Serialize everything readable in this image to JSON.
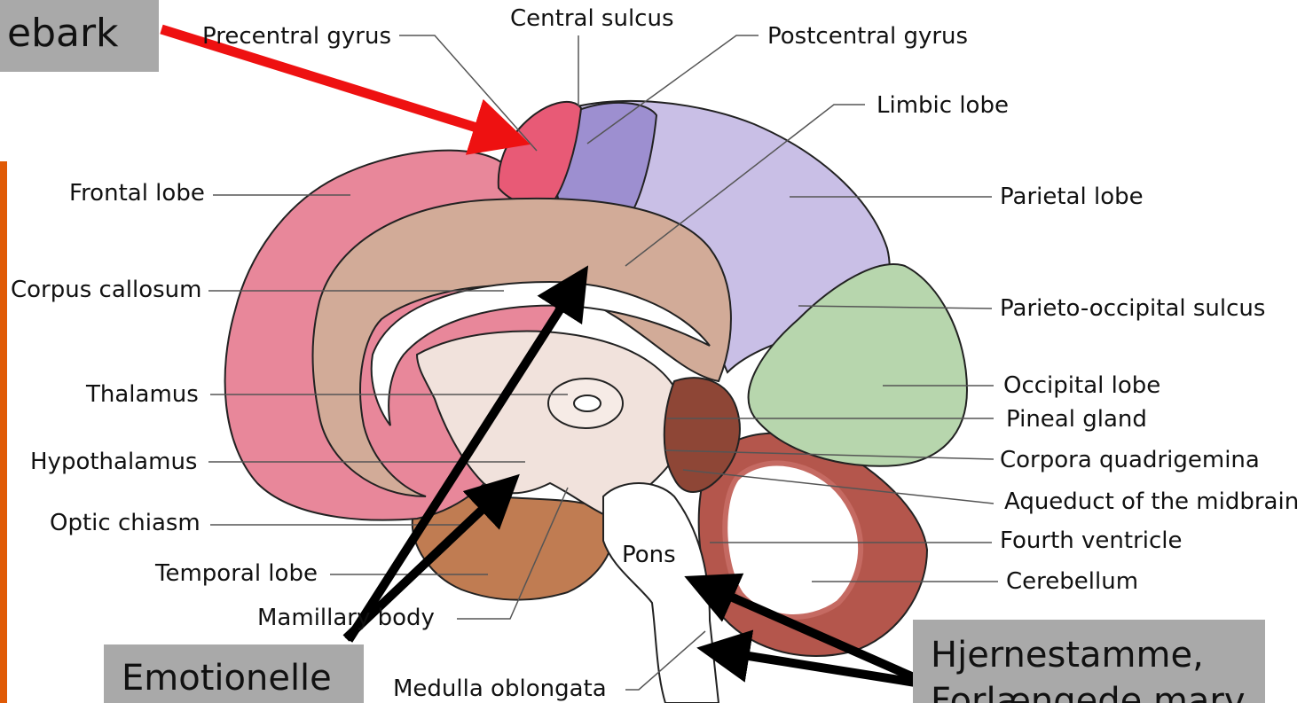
{
  "overlay_boxes": {
    "top_left": "ebark",
    "bottom_left": "Emotionelle",
    "bottom_right_line1": "Hjernestamme,",
    "bottom_right_line2": "Forlængede marv"
  },
  "labels": {
    "central_sulcus": "Central sulcus",
    "precentral_gyrus": "Precentral gyrus",
    "postcentral_gyrus": "Postcentral gyrus",
    "limbic_lobe": "Limbic lobe",
    "frontal_lobe": "Frontal lobe",
    "parietal_lobe": "Parietal lobe",
    "corpus_callosum": "Corpus callosum",
    "parieto_occipital_sulcus": "Parieto-occipital sulcus",
    "thalamus": "Thalamus",
    "occipital_lobe": "Occipital lobe",
    "pineal_gland": "Pineal gland",
    "hypothalamus": "Hypothalamus",
    "corpora_quadrigemina": "Corpora quadrigemina",
    "aqueduct": "Aqueduct of the midbrain",
    "optic_chiasm": "Optic chiasm",
    "fourth_ventricle": "Fourth ventricle",
    "temporal_lobe": "Temporal lobe",
    "pons": "Pons",
    "cerebellum": "Cerebellum",
    "mamillary_body": "Mamillary body",
    "medulla_oblongata": "Medulla oblongata"
  },
  "colors": {
    "frontal": "#e8879a",
    "precentral": "#e85a76",
    "postcentral": "#9d8fd0",
    "parietal": "#c9bfe6",
    "limbic": "#d2ab98",
    "occipital": "#b7d6ad",
    "temporal": "#c07c52",
    "cerebellum": "#b4564c",
    "midbrain": "#8e4636",
    "inner": "#f1e2dc",
    "arrow_red": "#ee1111",
    "arrow_black": "#000000",
    "box_gray": "#a9a9a9",
    "accent_bar": "#e05a06"
  }
}
